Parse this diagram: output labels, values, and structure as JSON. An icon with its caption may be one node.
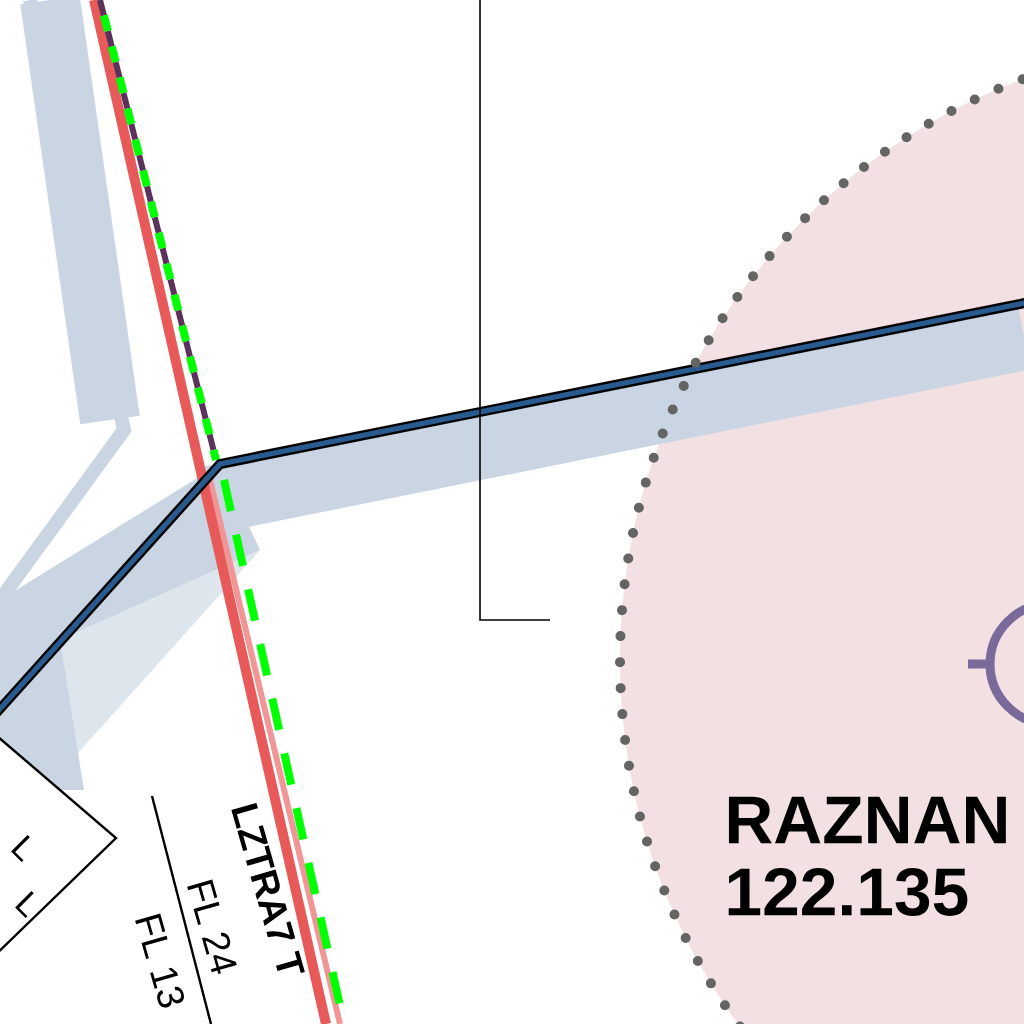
{
  "diagram": {
    "labels": [
      "RAZNAN",
      "122.135",
      "LZTRA7 T",
      "FL 24",
      "FL 13",
      "L",
      "L"
    ]
  }
}
